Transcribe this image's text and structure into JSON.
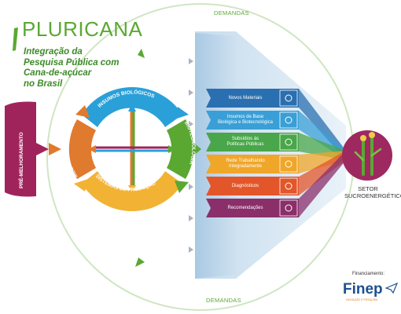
{
  "title": "PLURICANA",
  "subtitle_lines": [
    "Integração da",
    "Pesquisa Pública com",
    "Cana-de-açúcar",
    "no Brasil"
  ],
  "demandas_top": "DEMANDAS",
  "demandas_bottom": "DEMANDAS",
  "pre_melhoramento": "PRÉ-MELHORAMENTO",
  "ring_segments": {
    "insumos": "INSUMOS BIOLÓGICOS",
    "biotecnologia": "BIOTECNOLOGIA",
    "sistemas": "SISTEMAS DE PRODUÇÃO",
    "melhoramento": "MELHORAMENTO"
  },
  "outputs": [
    {
      "label_lines": [
        "Novos Materiais"
      ],
      "color": "#2a6fb0",
      "icon": "sparkle-icon"
    },
    {
      "label_lines": [
        "Insumos de Base",
        "Biológica e Biotecnológica"
      ],
      "color": "#3a9fd6",
      "icon": "leaf-icon"
    },
    {
      "label_lines": [
        "Subsídios às",
        "Políticas Públicas"
      ],
      "color": "#4aa64a",
      "icon": "people-icon"
    },
    {
      "label_lines": [
        "Rede Trabalhando",
        "Integradamente"
      ],
      "color": "#f0a628",
      "icon": "network-icon"
    },
    {
      "label_lines": [
        "Diagnósticos"
      ],
      "color": "#e3562a",
      "icon": "chart-icon"
    },
    {
      "label_lines": [
        "Recomendações"
      ],
      "color": "#8a2f6a",
      "icon": "head-icon"
    }
  ],
  "sector_lines": [
    "SETOR",
    "SUCROENERGÉTICO"
  ],
  "financing_label": "Financiamento:",
  "finep": "Finep",
  "finep_sub": "INOVAÇÃO E PESQUISA",
  "colors": {
    "green": "#5aa832",
    "blue": "#2aa0d8",
    "orange": "#e07a2e",
    "yellow": "#f2b233",
    "magenta": "#a0245c"
  }
}
